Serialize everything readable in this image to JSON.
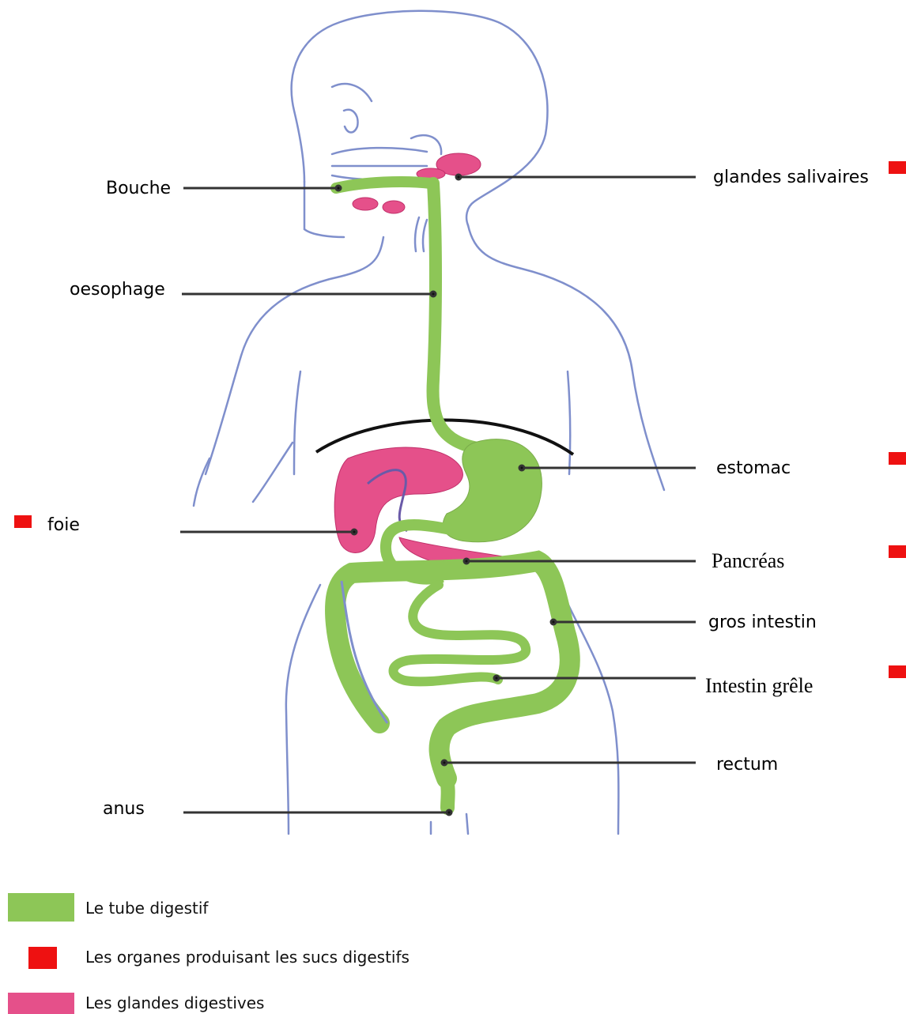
{
  "labels": {
    "bouche": "Bouche",
    "oesophage": "oesophage",
    "foie": "foie",
    "anus": "anus",
    "glandes_salivaires": "glandes salivaires",
    "estomac": "estomac",
    "pancreas": "Pancréas",
    "gros_intestin": "gros intestin",
    "intestin_grele": "Intestin grêle",
    "rectum": "rectum"
  },
  "legend": {
    "tube": "Le tube digestif",
    "organes": "Les organes produisant les sucs digestifs",
    "glandes": "Les glandes digestives"
  },
  "colors": {
    "outline": "#7f8fcc",
    "tube": "#8dc657",
    "gland": "#e5508a",
    "marker": "#ee1111",
    "diaphragm": "#111111"
  }
}
